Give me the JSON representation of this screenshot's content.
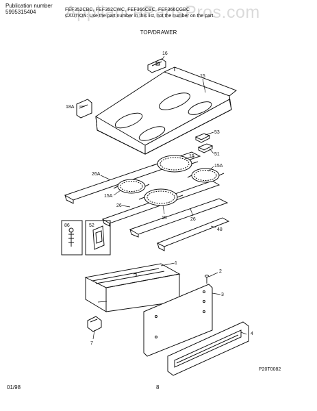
{
  "header": {
    "publication_label": "Publication number",
    "publication_number": "5995315404",
    "models": "FEF352CBC, FEF352CWC, FEF366CBC, FEF366CGBC",
    "caution": "CAUTION: Use the part number in this list, not the number on the part.",
    "watermark": "AppliancePartsPros.com"
  },
  "section_title": "TOP/DRAWER",
  "diagram": {
    "code": "P20T0082",
    "callouts": [
      "16",
      "15",
      "18A",
      "53",
      "51",
      "15",
      "15A",
      "26A",
      "15A",
      "26",
      "15",
      "26",
      "48",
      "86",
      "52",
      "1",
      "2",
      "3",
      "4",
      "7"
    ]
  },
  "footer": {
    "date": "01/98",
    "page": "8"
  }
}
